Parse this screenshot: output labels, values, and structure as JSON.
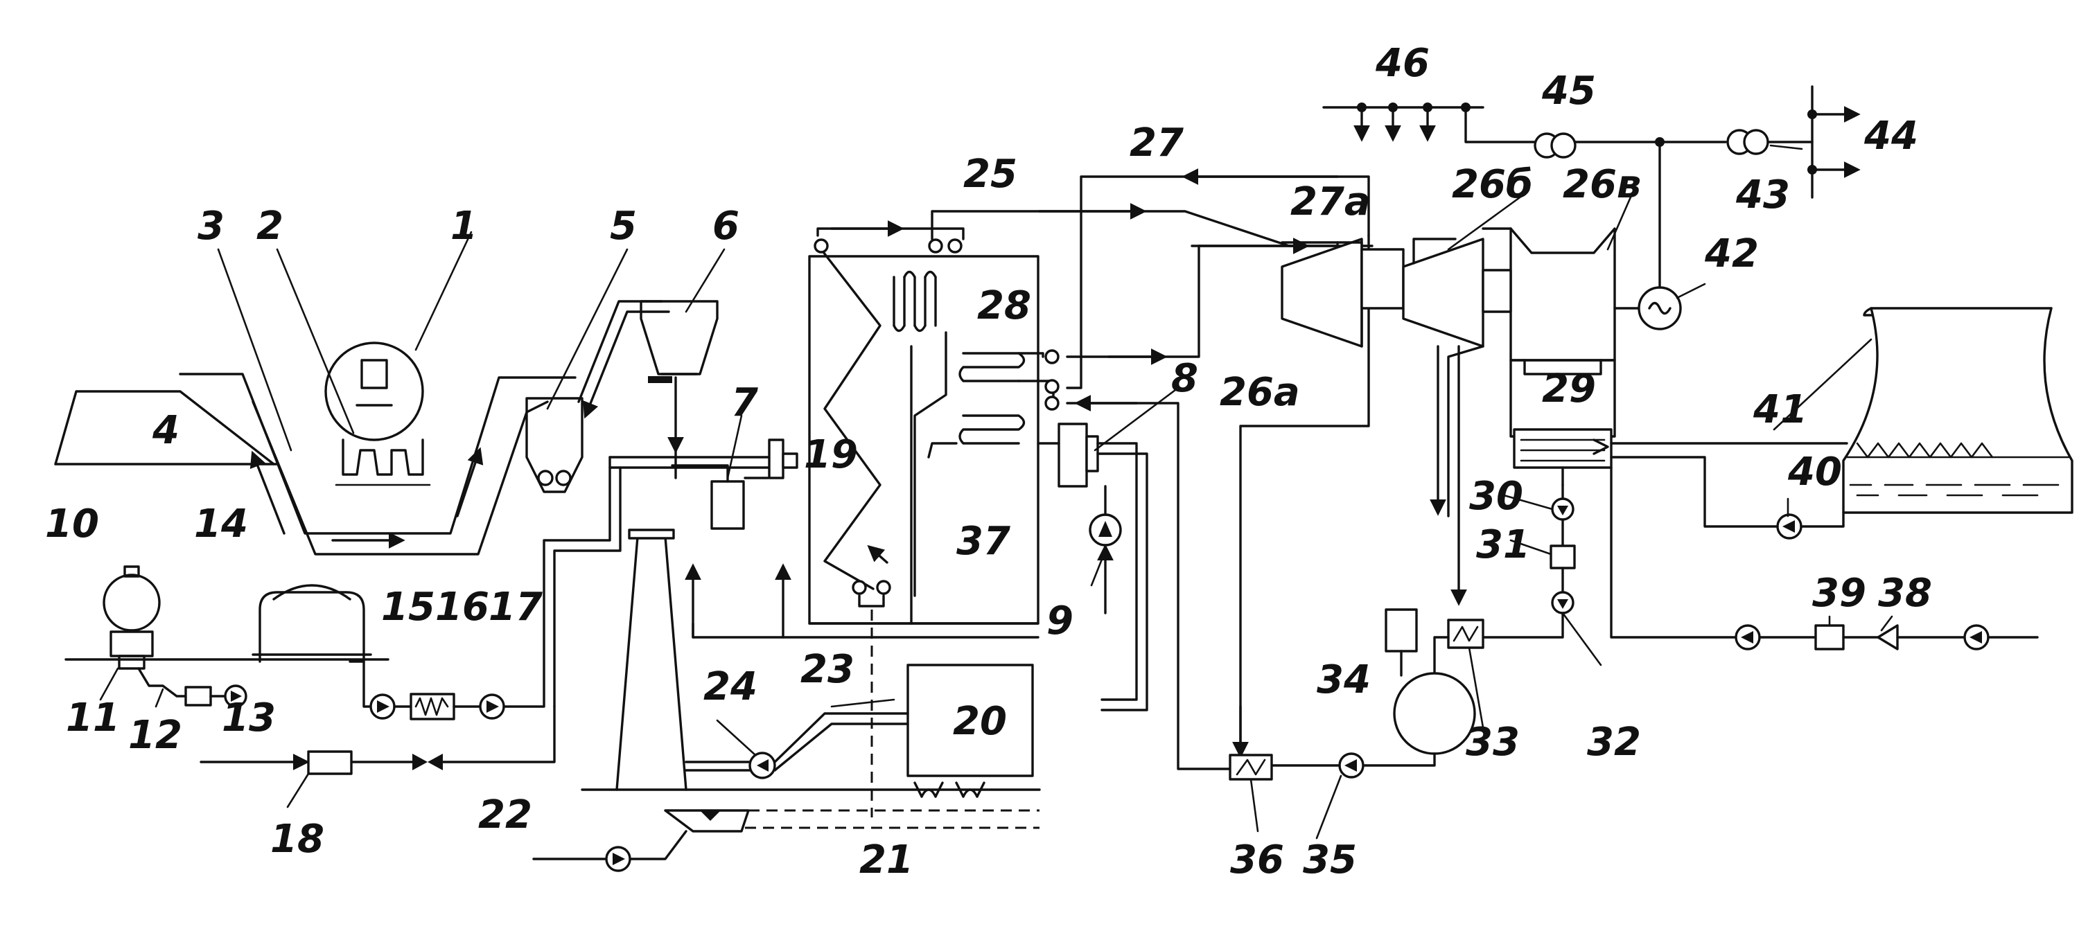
{
  "diagram": {
    "colors": {
      "ink": "#111111",
      "background": "#ffffff"
    },
    "labels": {
      "n1": "1",
      "n2": "2",
      "n3": "3",
      "n4": "4",
      "n5": "5",
      "n6": "6",
      "n7": "7",
      "n8": "8",
      "n9": "9",
      "n10": "10",
      "n11": "11",
      "n12": "12",
      "n13": "13",
      "n14": "14",
      "n15": "15",
      "n16": "16",
      "n17": "17",
      "n18": "18",
      "n19": "19",
      "n20": "20",
      "n21": "21",
      "n22": "22",
      "n23": "23",
      "n24": "24",
      "n25": "25",
      "n26a": "26а",
      "n26b": "26б",
      "n26v": "26в",
      "n27": "27",
      "n27a": "27а",
      "n28": "28",
      "n29": "29",
      "n30": "30",
      "n31": "31",
      "n32": "32",
      "n33": "33",
      "n34": "34",
      "n35": "35",
      "n36": "36",
      "n37": "37",
      "n38": "38",
      "n39": "39",
      "n40": "40",
      "n41": "41",
      "n42": "42",
      "n43": "43",
      "n44": "44",
      "n45": "45",
      "n46": "46"
    },
    "icons": {
      "generator": "alternating-current-icon",
      "pump": "pump-icon",
      "transformer": "transformer-icon",
      "valve": "valve-icon"
    }
  }
}
